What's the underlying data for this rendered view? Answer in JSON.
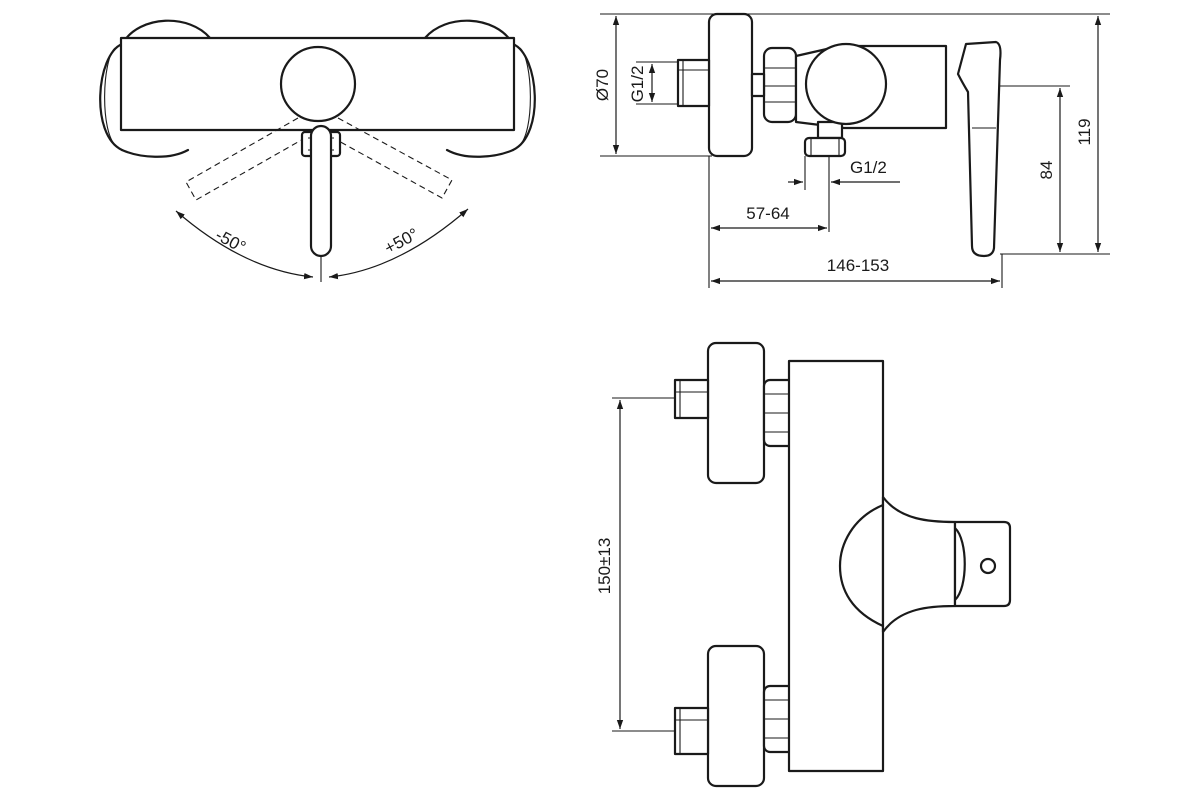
{
  "drawing": {
    "top_view": {
      "angle_left": "-50°",
      "angle_right": "+50°"
    },
    "side_view": {
      "diameter": "Ø70",
      "thread_inlet": "G1/2",
      "thread_outlet": "G1/2",
      "depth_outlet": "57-64",
      "depth_total": "146-153",
      "height_lever": "84",
      "height_total": "119"
    },
    "front_view": {
      "inlet_spacing": "150±13"
    }
  }
}
